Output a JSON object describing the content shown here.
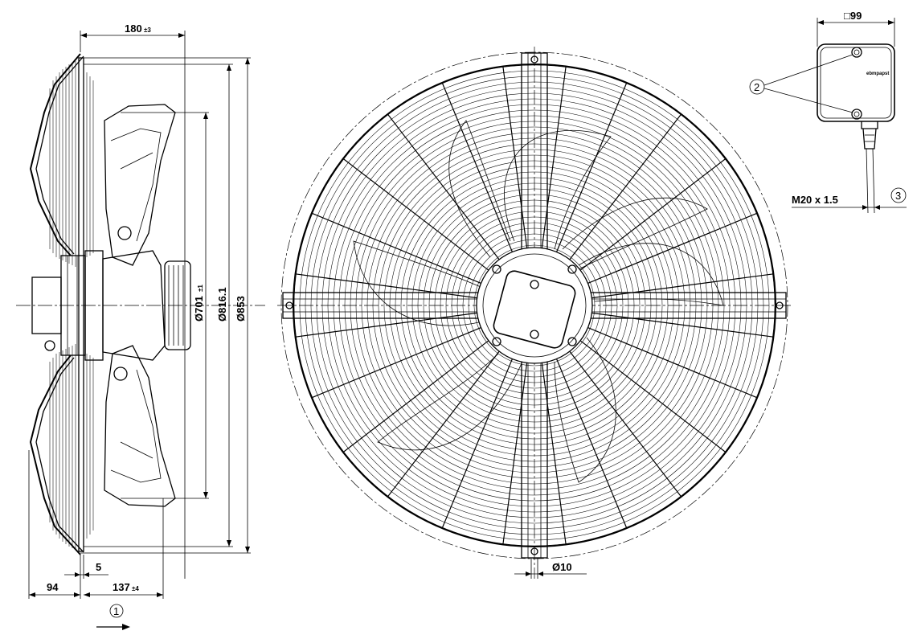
{
  "dimensions": {
    "depth_total": {
      "value": "180",
      "tolerance": "±3"
    },
    "dia_inner": {
      "value": "Ø701",
      "tolerance": "±1"
    },
    "dia_mid": {
      "value": "Ø816.1"
    },
    "dia_outer": {
      "value": "Ø853"
    },
    "offset_left": {
      "value": "94"
    },
    "flange": {
      "value": "5"
    },
    "depth_mount": {
      "value": "137",
      "tolerance": "±4"
    },
    "hole_dia": {
      "value": "Ø10"
    },
    "box_size": {
      "value": "□99"
    },
    "cable_gland": {
      "value": "M20 x 1.5"
    }
  },
  "callouts": {
    "airflow": "1",
    "screws": "2",
    "cable": "3"
  },
  "box_logo": "ebmpapst"
}
